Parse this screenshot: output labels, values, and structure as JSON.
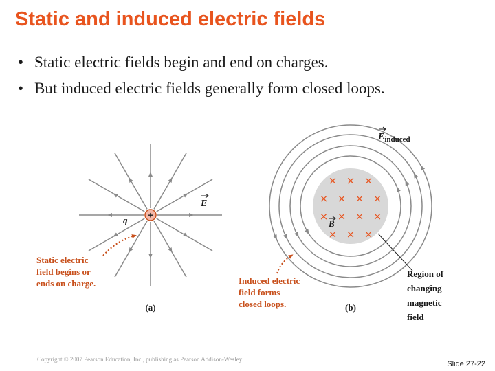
{
  "slide": {
    "title": "Static and induced electric fields",
    "bullets": [
      "Static electric fields begin and end on charges.",
      "But induced electric fields generally form closed loops."
    ],
    "footer": "Copyright © 2007 Pearson Education, Inc., publishing as Pearson Addison-Wesley",
    "slide_number": "Slide 27-22"
  },
  "figure_a": {
    "charge_sign": "+",
    "charge_label": "q",
    "field_label": "E",
    "caption_lines": [
      "Static electric",
      "field begins or",
      "ends on charge."
    ],
    "panel_label": "(a)"
  },
  "figure_b": {
    "field_label": "E",
    "field_subscript": "induced",
    "b_label": "B",
    "cross_symbol": "×",
    "caption_lines": [
      "Induced electric",
      "field forms",
      "closed loops."
    ],
    "region_lines": [
      "Region of",
      "changing",
      "magnetic",
      "field"
    ],
    "panel_label": "(b)"
  },
  "colors": {
    "title": "#e8541e",
    "caption_orange": "#c8501c",
    "field_lines": "#8a8a8a",
    "magnetic_region": "#d8d8d8",
    "cross": "#e8541e"
  }
}
